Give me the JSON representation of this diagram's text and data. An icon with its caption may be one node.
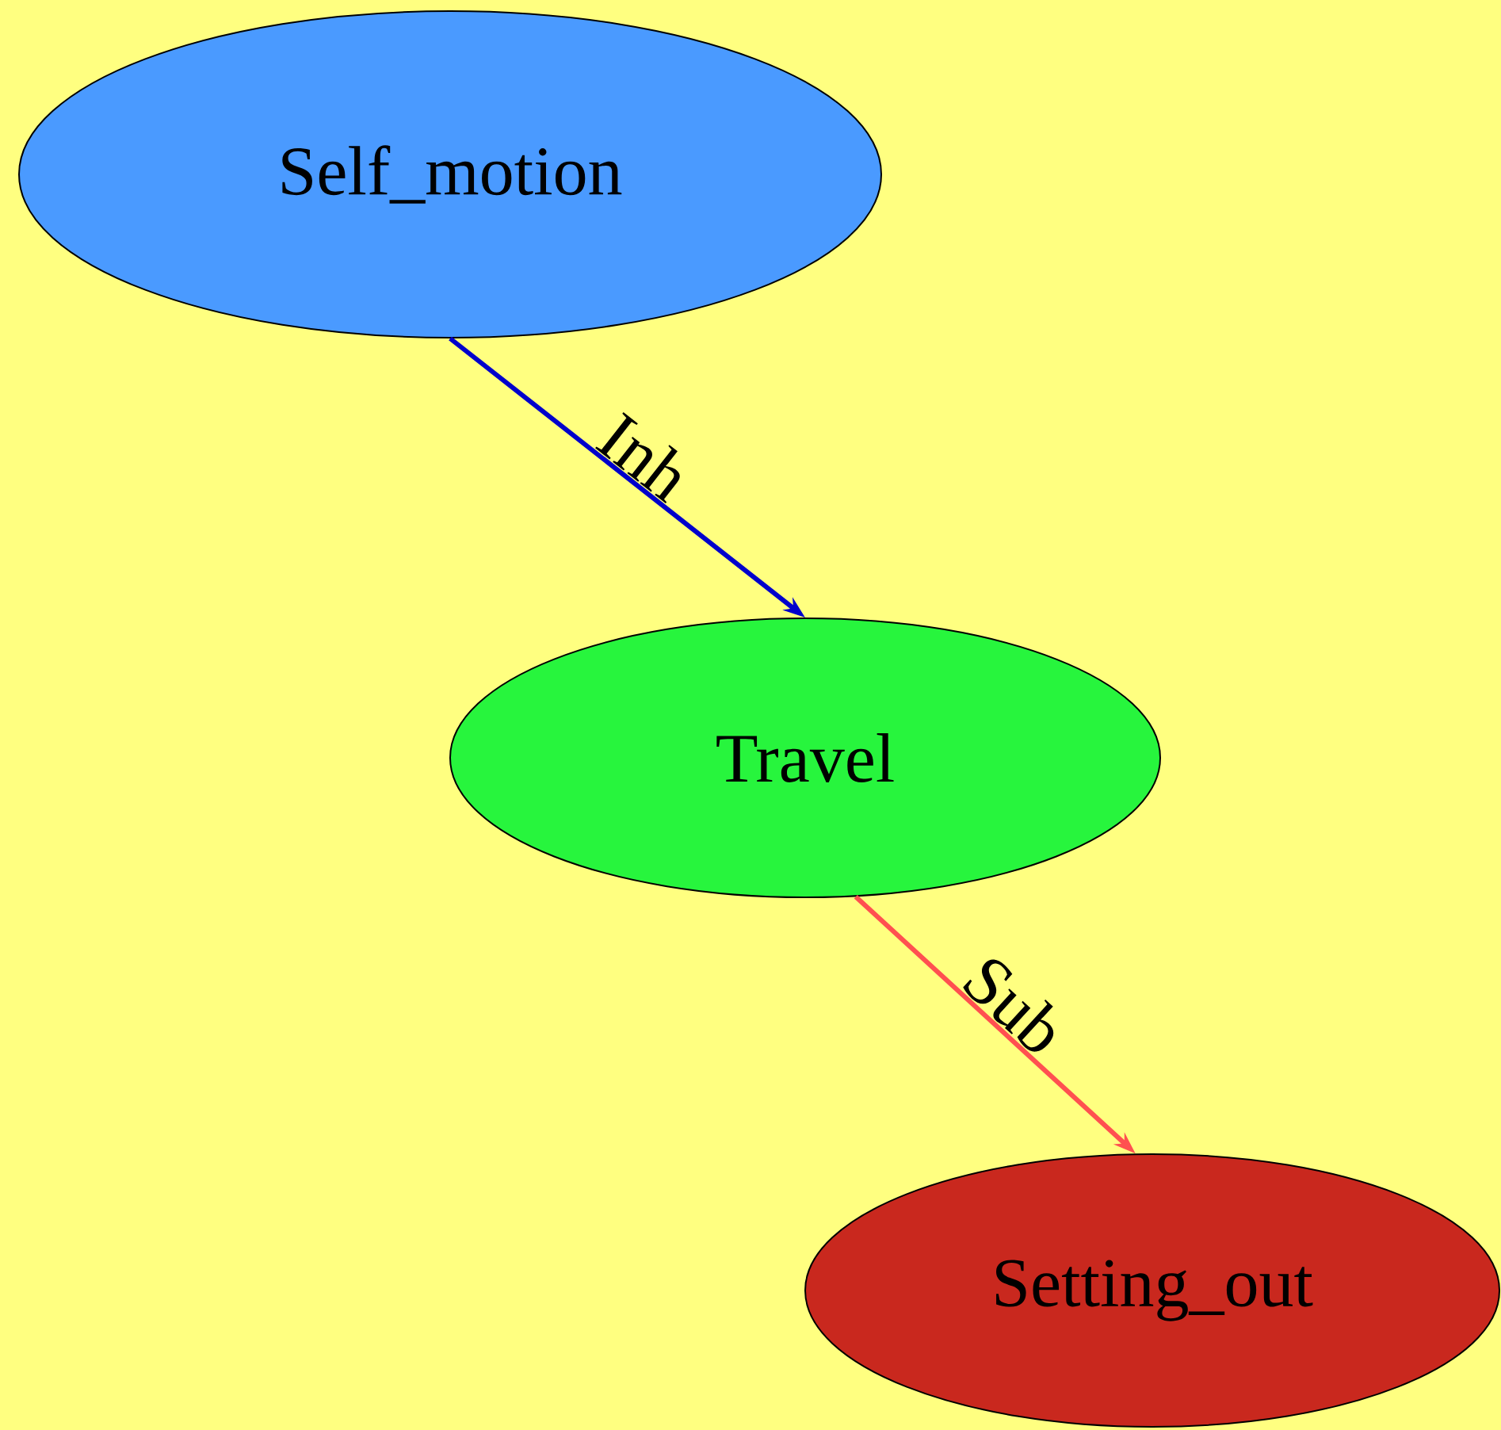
{
  "diagram": {
    "nodes": [
      {
        "text": [
          "Self_motion"
        ]
      },
      {
        "text": [
          "Travel"
        ]
      },
      {
        "text": [
          "Setting_out"
        ]
      }
    ],
    "edges": [
      {
        "from": 0,
        "to": 1,
        "arrow": "to",
        "label": "Inh",
        "color": "#0000cc"
      },
      {
        "from": 1,
        "to": 2,
        "arrow": "to",
        "label": "Sub",
        "color": "#ff5050"
      }
    ]
  }
}
